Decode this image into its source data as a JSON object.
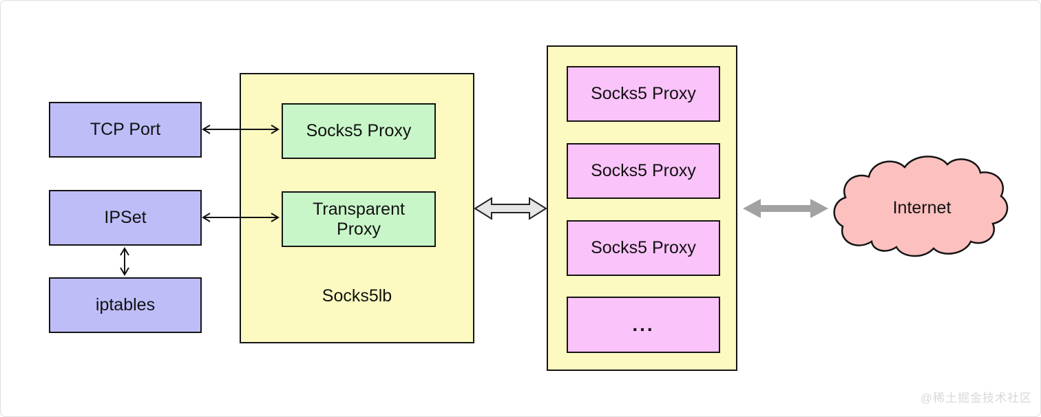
{
  "diagram": {
    "left_nodes": [
      {
        "label": "TCP Port"
      },
      {
        "label": "IPSet"
      },
      {
        "label": "iptables"
      }
    ],
    "socks5lb_group": {
      "title": "Socks5lb",
      "nodes": [
        {
          "label": "Socks5 Proxy"
        },
        {
          "label": "Transparent Proxy"
        }
      ]
    },
    "proxy_pool_group": {
      "nodes": [
        {
          "label": "Socks5 Proxy"
        },
        {
          "label": "Socks5 Proxy"
        },
        {
          "label": "Socks5 Proxy"
        },
        {
          "label": "..."
        }
      ]
    },
    "internet_cloud": {
      "label": "Internet"
    }
  },
  "colors": {
    "node-purple": "#bebdf8",
    "group-yellow": "#fcfac1",
    "node-green": "#c9f6c9",
    "node-pink": "#fac3f9",
    "cloud-pink": "#fcc0bf",
    "border-dark": "#141414",
    "arrow-light-gray": "#e6e6e6",
    "arrow-gray": "#a2a2a2",
    "watermark-gray": "#d8d8d8"
  },
  "watermark": "@稀土掘金技术社区"
}
